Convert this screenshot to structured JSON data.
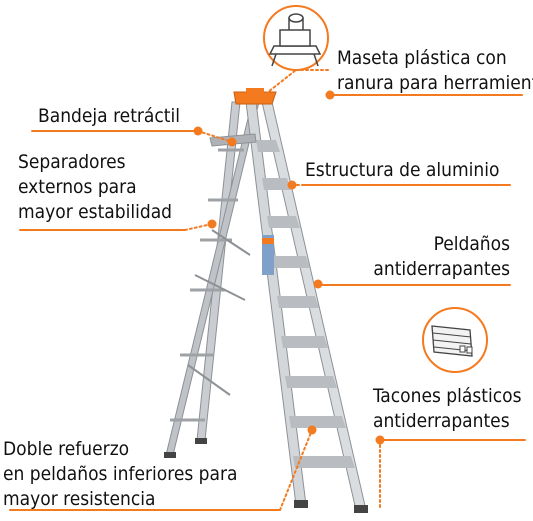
{
  "labels": {
    "bandeja": "Bandeja retráctil",
    "separadores": [
      "Separadores",
      "externos para",
      "mayor estabilidad"
    ],
    "maseta": [
      "Maseta plástica con",
      "ranura para herramientas"
    ],
    "estructura": "Estructura de aluminio",
    "peldanos": [
      "Peldaños",
      "antiderrapantes"
    ],
    "tacones": [
      "Tacones plásticos",
      "antiderrapantes"
    ],
    "doble": [
      "Doble refuerzo",
      "en peldaños inferiores para",
      "mayor resistencia"
    ]
  },
  "colors": {
    "accent": "#f47a20",
    "text": "#111111",
    "aluminum": "#c9ccd0",
    "aluminum_dark": "#8d9196"
  },
  "icons": [
    "ladder-top-icon",
    "rubber-feet-icon"
  ]
}
